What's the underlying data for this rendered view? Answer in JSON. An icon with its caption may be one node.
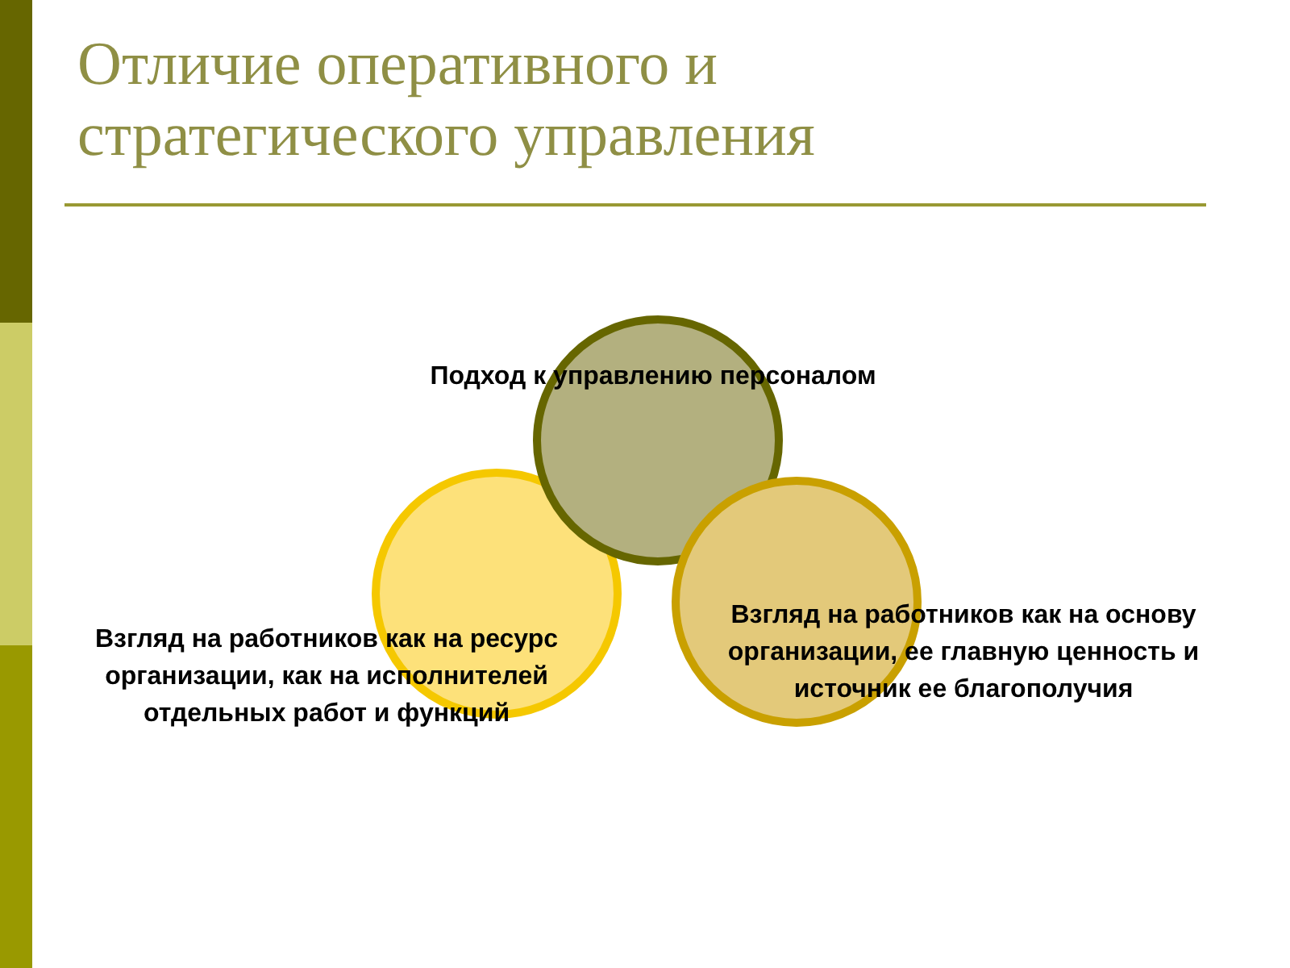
{
  "diagram": {
    "title": "Отличие оперативного и стратегического управления",
    "nodes": [
      {
        "text": [
          "Подход к управлению персоналом"
        ]
      },
      {
        "text": [
          "Взгляд на работников как на ресурс организации, как на исполнителей отдельных работ и функций"
        ]
      },
      {
        "text": [
          "Взгляд на работников как на основу организации, ее главную ценность и источник ее благополучия"
        ]
      }
    ]
  }
}
